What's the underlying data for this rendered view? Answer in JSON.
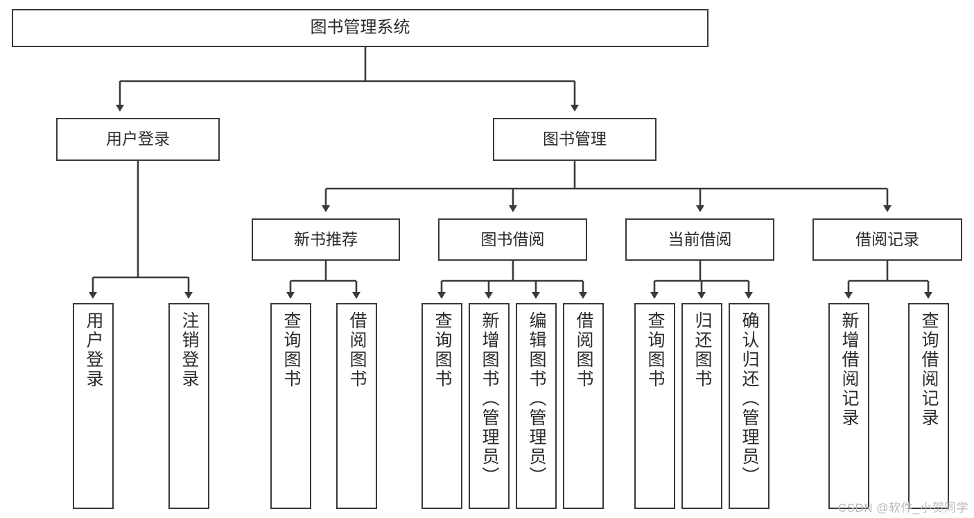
{
  "diagram": {
    "title": "图书管理系统",
    "root": {
      "label": "图书管理系统"
    },
    "level2": [
      {
        "label": "用户登录"
      },
      {
        "label": "图书管理"
      }
    ],
    "level3": [
      {
        "label": "新书推荐"
      },
      {
        "label": "图书借阅"
      },
      {
        "label": "当前借阅"
      },
      {
        "label": "借阅记录"
      }
    ],
    "leaves": {
      "user_login": [
        {
          "label": "用户登录"
        },
        {
          "label": "注销登录"
        }
      ],
      "new_book_recommend": [
        {
          "label": "查询图书"
        },
        {
          "label": "借阅图书"
        }
      ],
      "book_borrow": [
        {
          "label": "查询图书"
        },
        {
          "label": "新增图书（管理员）"
        },
        {
          "label": "编辑图书（管理员）"
        },
        {
          "label": "借阅图书"
        }
      ],
      "current_borrow": [
        {
          "label": "查询图书"
        },
        {
          "label": "归还图书"
        },
        {
          "label": "确认归还（管理员）"
        }
      ],
      "borrow_record": [
        {
          "label": "新增借阅记录"
        },
        {
          "label": "查询借阅记录"
        }
      ]
    }
  },
  "watermark": {
    "text": "CSDN @软件_小贺同学"
  },
  "colors": {
    "stroke": "#3a3a3a",
    "background": "#ffffff",
    "text": "#2b2b2b",
    "watermark": "#b9b9b9"
  }
}
